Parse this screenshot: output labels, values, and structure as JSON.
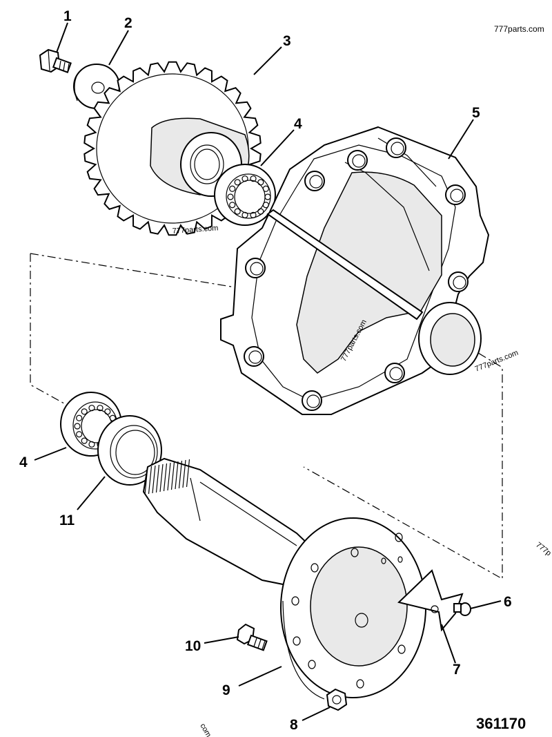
{
  "watermark_top": "777parts.com",
  "watermarks": [
    {
      "id": "wm-sprocket",
      "text": "777parts.com"
    },
    {
      "id": "wm-housing",
      "text": "777parts.com"
    },
    {
      "id": "wm-axis",
      "text": "777parts.com"
    },
    {
      "id": "wm-right-edge",
      "text": "777p"
    },
    {
      "id": "wm-bottom",
      "text": "com"
    }
  ],
  "figure_number": "361170",
  "callouts": [
    {
      "id": "1",
      "label": "1"
    },
    {
      "id": "2",
      "label": "2"
    },
    {
      "id": "3",
      "label": "3"
    },
    {
      "id": "4a",
      "label": "4"
    },
    {
      "id": "5",
      "label": "5"
    },
    {
      "id": "4b",
      "label": "4"
    },
    {
      "id": "11",
      "label": "11"
    },
    {
      "id": "6",
      "label": "6"
    },
    {
      "id": "7",
      "label": "7"
    },
    {
      "id": "10",
      "label": "10"
    },
    {
      "id": "9",
      "label": "9"
    },
    {
      "id": "8",
      "label": "8"
    }
  ]
}
